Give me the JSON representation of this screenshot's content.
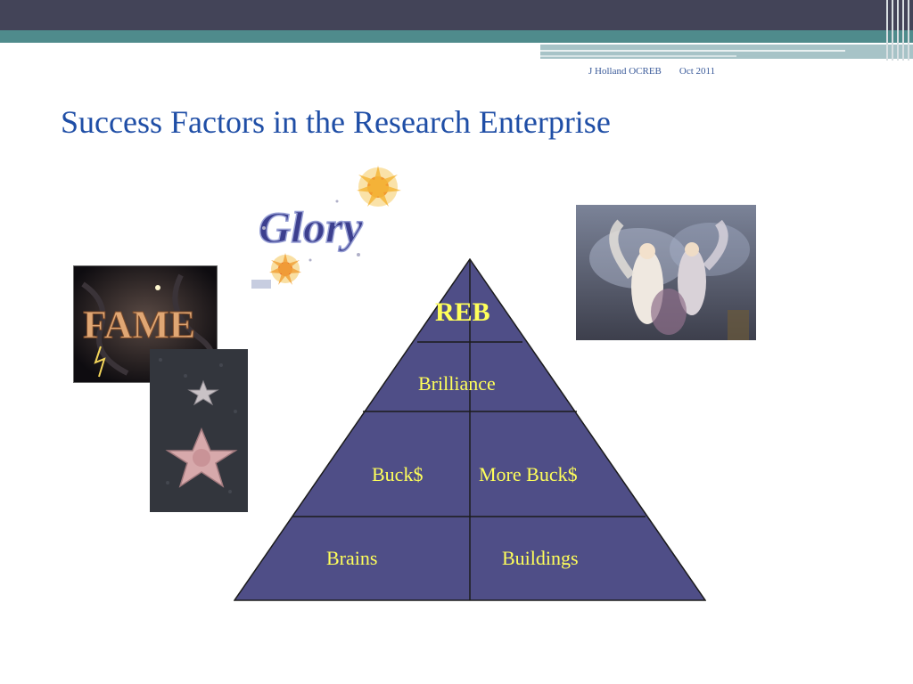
{
  "slide": {
    "meta": {
      "author": "J Holland OCREB",
      "date": "Oct 2011"
    },
    "title": "Success Factors in the Research Enterprise",
    "images": {
      "glory": {
        "word": "Glory"
      },
      "fame": {
        "word": "FAME"
      }
    },
    "pyramid": {
      "apex": "REB",
      "tier2": "Brilliance",
      "tier3_left": "Buck$",
      "tier3_right": "More Buck$",
      "tier4_left": "Brains",
      "tier4_right": "Buildings"
    }
  },
  "colors": {
    "header_dark": "#434458",
    "header_teal": "#4f8b8c",
    "title": "#1f4ea6",
    "pyramid_fill": "#4f4e87",
    "pyramid_text": "#ffff5a"
  }
}
